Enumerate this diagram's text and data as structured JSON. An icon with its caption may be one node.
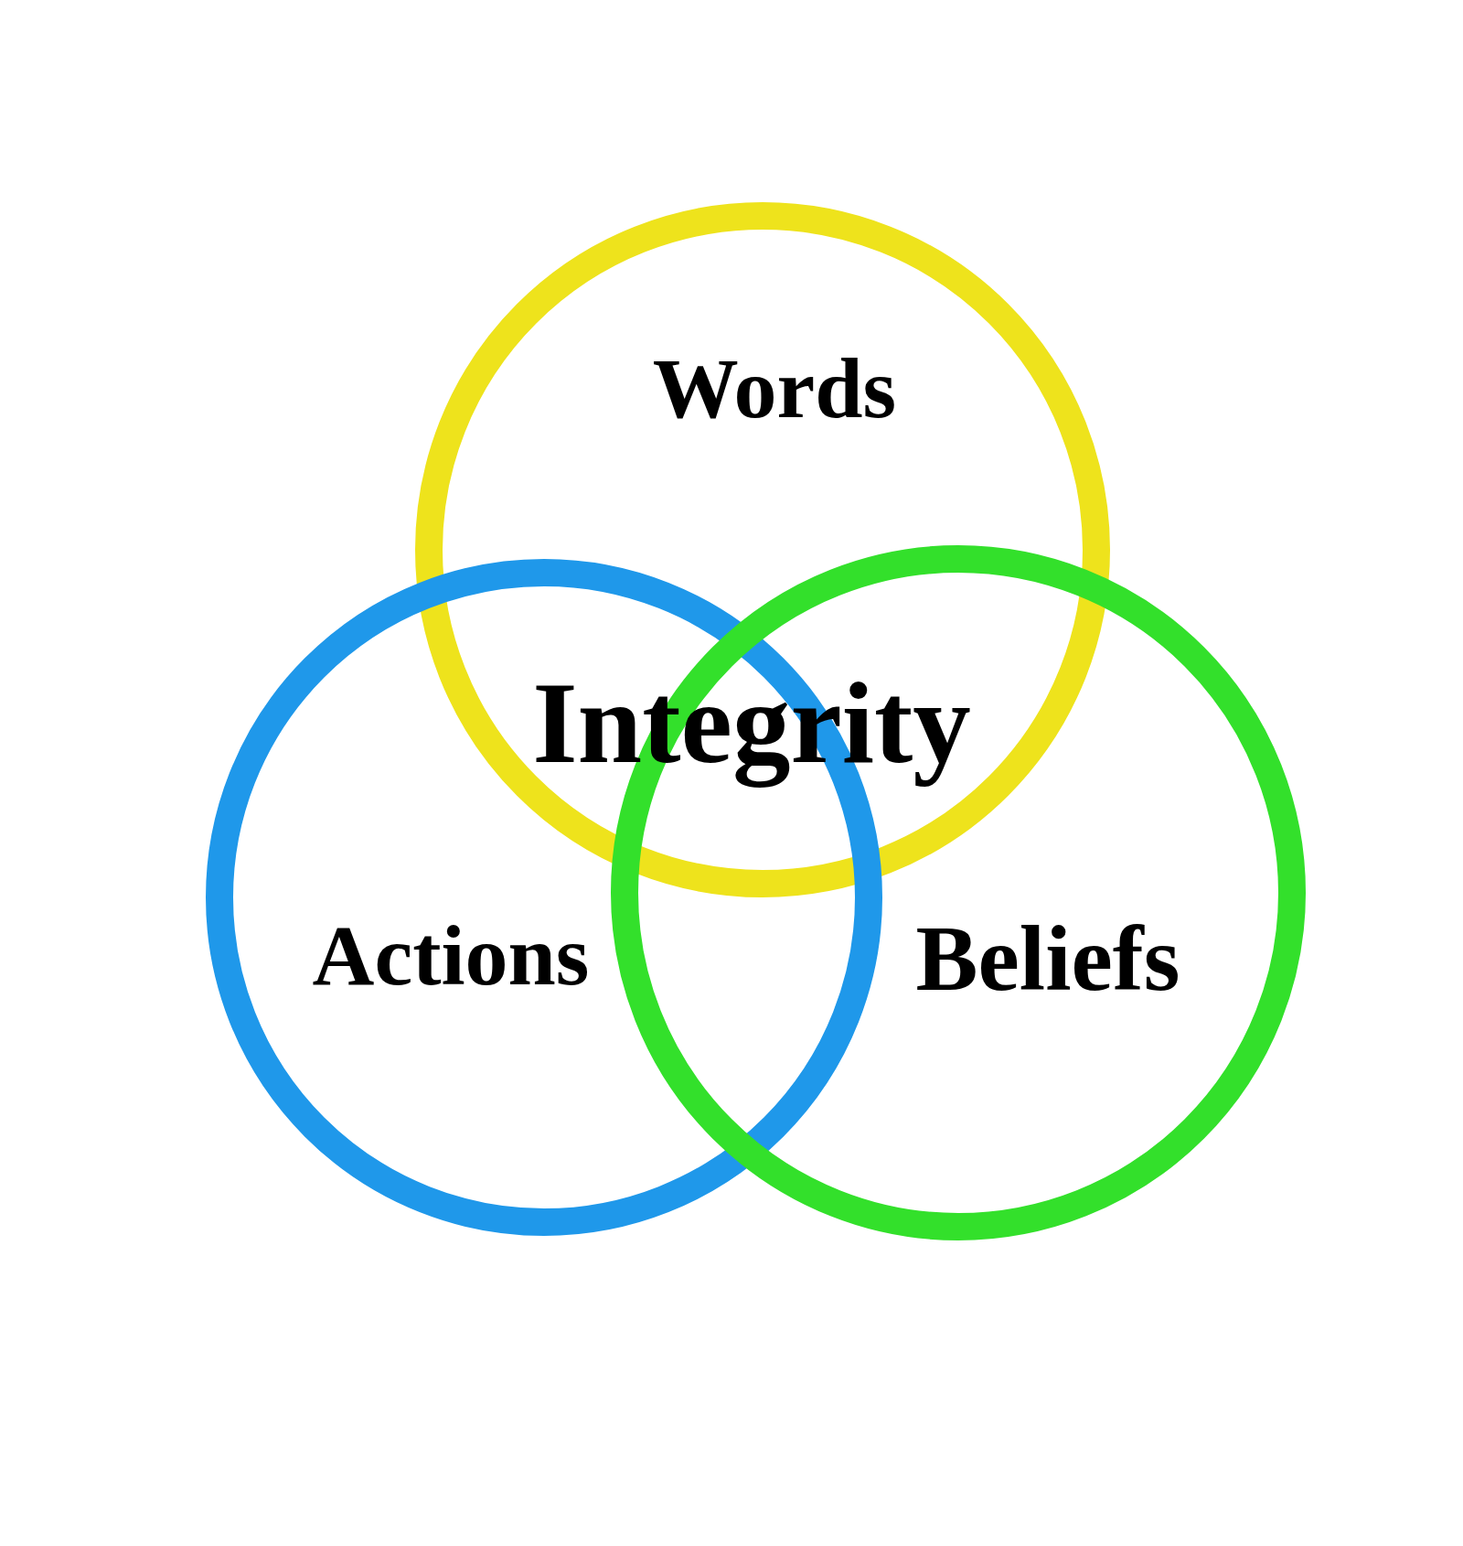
{
  "diagram": {
    "nodes": [
      {
        "text": [
          "Words"
        ]
      },
      {
        "text": [
          "Actions"
        ]
      },
      {
        "text": [
          "Beliefs"
        ]
      }
    ],
    "labels": [
      "Integrity"
    ]
  }
}
